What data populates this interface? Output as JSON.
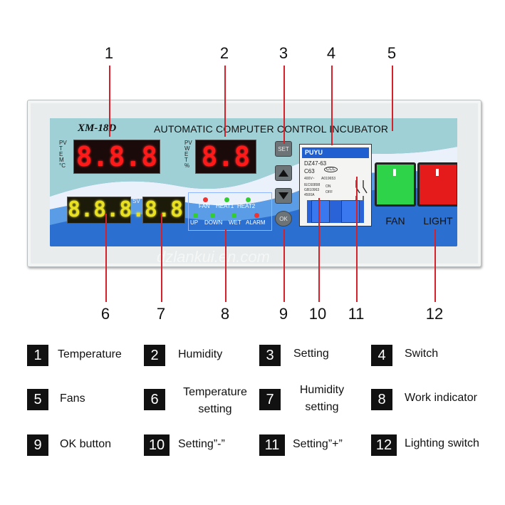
{
  "callouts": {
    "n1": "1",
    "n2": "2",
    "n3": "3",
    "n4": "4",
    "n5": "5",
    "n6": "6",
    "n7": "7",
    "n8": "8",
    "n9": "9",
    "n10": "10",
    "n11": "11",
    "n12": "12"
  },
  "controller": {
    "brand": "XM-18D",
    "headline": "AUTOMATIC COMPUTER CONTROL INCUBATOR",
    "temp_display": "8.8.8",
    "humid_display": "8.8",
    "temp_sv_display": "8.8.8.",
    "humid_sv_display": "8.8",
    "temp_side_label": [
      "PV",
      "T",
      "E",
      "M",
      "°C"
    ],
    "humid_side_label": [
      "PV",
      "W",
      "E",
      "T",
      "%"
    ],
    "sv_label": "SV",
    "indicators": {
      "fan": "FAN",
      "heat1": "HEAT1",
      "heat2": "HEAT2",
      "up": "UP",
      "down": "DOWN",
      "wet": "WET",
      "alarm": "ALARM"
    },
    "set_button": "SET",
    "ok_button": "OK",
    "breaker": {
      "brand": "PUYU",
      "model": "DZ47-63",
      "rating": "C63",
      "ccc": "CCC",
      "line1": "400V~",
      "line2": "A019653",
      "line3": "IEC60898",
      "line4": "GB10963",
      "line5": "4500A",
      "on": "ON",
      "off": "OFF"
    },
    "fan_switch_label": "FAN",
    "light_switch_label": "LIGHT",
    "watermark": "dzlankui.en.com"
  },
  "colors": {
    "red_led": "#ff1a1a",
    "yellow_led": "#e8e020",
    "fan_switch": "#2fd34a",
    "light_switch": "#e51b1b",
    "face_blue": "#2b6fd0",
    "callout_line": "#d6202a"
  },
  "legend": [
    {
      "n": "1",
      "label": "Temperature"
    },
    {
      "n": "2",
      "label": "Humidity"
    },
    {
      "n": "3",
      "label": "Setting"
    },
    {
      "n": "4",
      "label": "Switch"
    },
    {
      "n": "5",
      "label": "Fans"
    },
    {
      "n": "6",
      "label": "Temperature setting"
    },
    {
      "n": "7",
      "label": "Humidity setting"
    },
    {
      "n": "8",
      "label": "Work indicator"
    },
    {
      "n": "9",
      "label": "OK button"
    },
    {
      "n": "10",
      "label": "Setting”-”"
    },
    {
      "n": "11",
      "label": "Setting”+”"
    },
    {
      "n": "12",
      "label": "Lighting switch"
    }
  ],
  "legend_lines": {
    "l6a": "Temperature",
    "l6b": "setting",
    "l7a": "Humidity",
    "l7b": "setting"
  }
}
